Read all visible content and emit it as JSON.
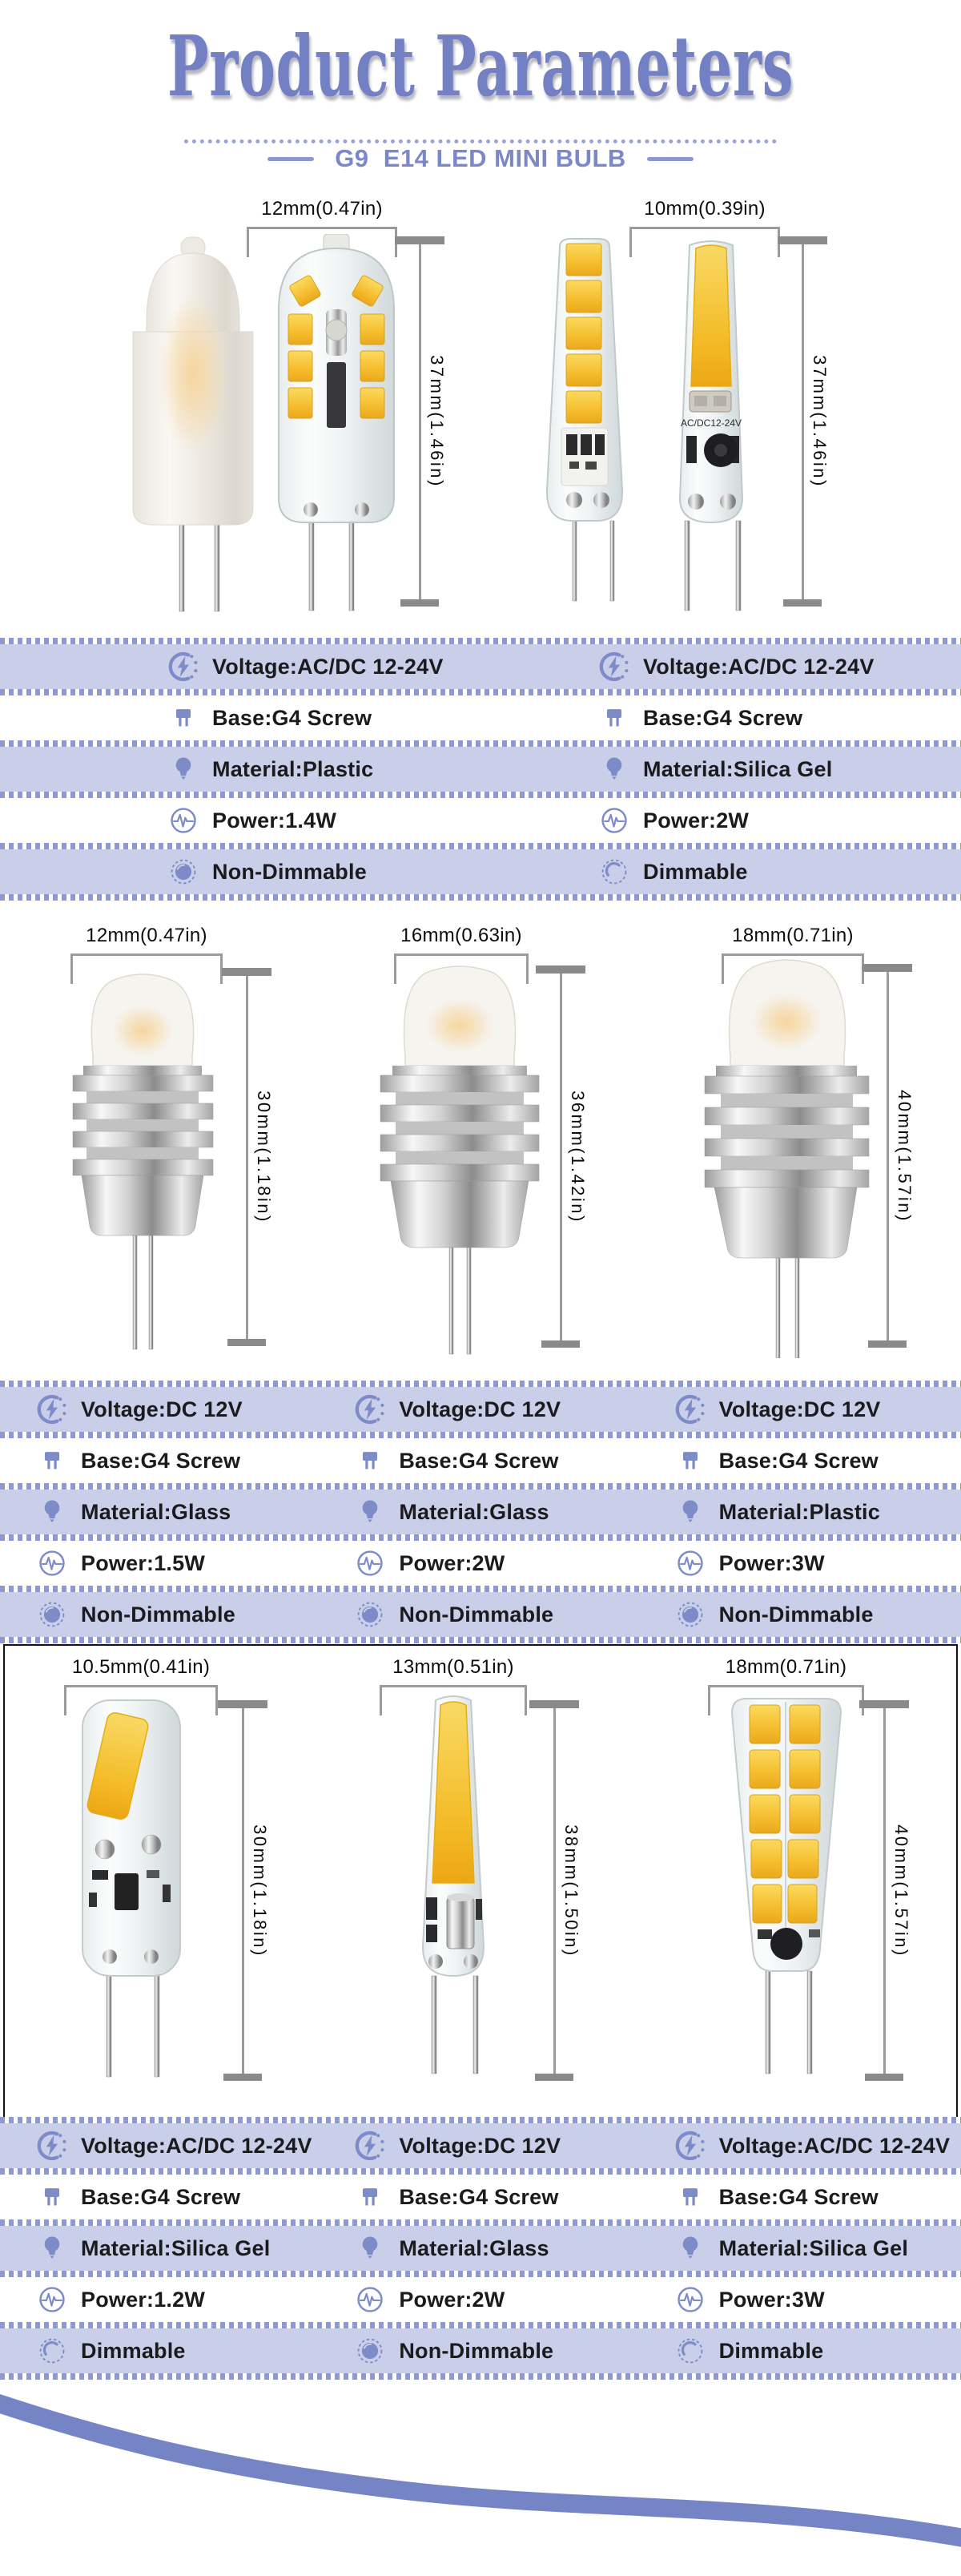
{
  "header": {
    "title": "Product Parameters",
    "subtitle": "G9  E14 LED MINI BULB"
  },
  "colors": {
    "accent": "#7381c4",
    "band": "#c9cee9",
    "band_dash": "#8d99d0",
    "icon": "#7e8bc9",
    "text": "#1b1b1e",
    "dimension_line": "#9b9b9b",
    "chip_yellow": "#f3bb2a",
    "swoosh": "#7584c5"
  },
  "icons": {
    "voltage": "lightning-in-circle",
    "base": "g4-pin-base",
    "material": "light-bulb",
    "power": "pulse-in-circle",
    "dimmable": "knob-dial-outline",
    "non_dimmable": "knob-dial-filled"
  },
  "sections": [
    {
      "products": [
        {
          "width": "12mm(0.47in)",
          "height": "37mm(1.46in)"
        },
        {
          "width": "10mm(0.39in)",
          "height": "37mm(1.46in)"
        }
      ],
      "specs": [
        {
          "labels": [
            "Voltage:AC/DC 12-24V",
            "Voltage:AC/DC 12-24V"
          ]
        },
        {
          "labels": [
            "Base:G4 Screw",
            "Base:G4 Screw"
          ]
        },
        {
          "labels": [
            "Material:Plastic",
            "Material:Silica Gel"
          ]
        },
        {
          "labels": [
            "Power:1.4W",
            "Power:2W"
          ]
        },
        {
          "labels": [
            "Non-Dimmable",
            "Dimmable"
          ]
        }
      ]
    },
    {
      "products": [
        {
          "width": "12mm(0.47in)",
          "height": "30mm(1.18in)"
        },
        {
          "width": "16mm(0.63in)",
          "height": "36mm(1.42in)"
        },
        {
          "width": "18mm(0.71in)",
          "height": "40mm(1.57in)"
        }
      ],
      "specs": [
        {
          "labels": [
            "Voltage:DC 12V",
            "Voltage:DC 12V",
            "Voltage:DC 12V"
          ]
        },
        {
          "labels": [
            "Base:G4 Screw",
            "Base:G4 Screw",
            "Base:G4 Screw"
          ]
        },
        {
          "labels": [
            "Material:Glass",
            "Material:Glass",
            "Material:Plastic"
          ]
        },
        {
          "labels": [
            "Power:1.5W",
            "Power:2W",
            "Power:3W"
          ]
        },
        {
          "labels": [
            "Non-Dimmable",
            "Non-Dimmable",
            "Non-Dimmable"
          ]
        }
      ]
    },
    {
      "products": [
        {
          "width": "10.5mm(0.41in)",
          "height": "30mm(1.18in)"
        },
        {
          "width": "13mm(0.51in)",
          "height": "38mm(1.50in)"
        },
        {
          "width": "18mm(0.71in)",
          "height": "40mm(1.57in)"
        }
      ],
      "specs": [
        {
          "labels": [
            "Voltage:AC/DC 12-24V",
            "Voltage:DC 12V",
            "Voltage:AC/DC 12-24V"
          ]
        },
        {
          "labels": [
            "Base:G4 Screw",
            "Base:G4 Screw",
            "Base:G4 Screw"
          ]
        },
        {
          "labels": [
            "Material:Silica Gel",
            "Material:Glass",
            "Material:Silica Gel"
          ]
        },
        {
          "labels": [
            "Power:1.2W",
            "Power:2W",
            "Power:3W"
          ]
        },
        {
          "labels": [
            "Dimmable",
            "Non-Dimmable",
            "Dimmable"
          ]
        }
      ]
    }
  ],
  "board_label": "AC/DC12-24V"
}
